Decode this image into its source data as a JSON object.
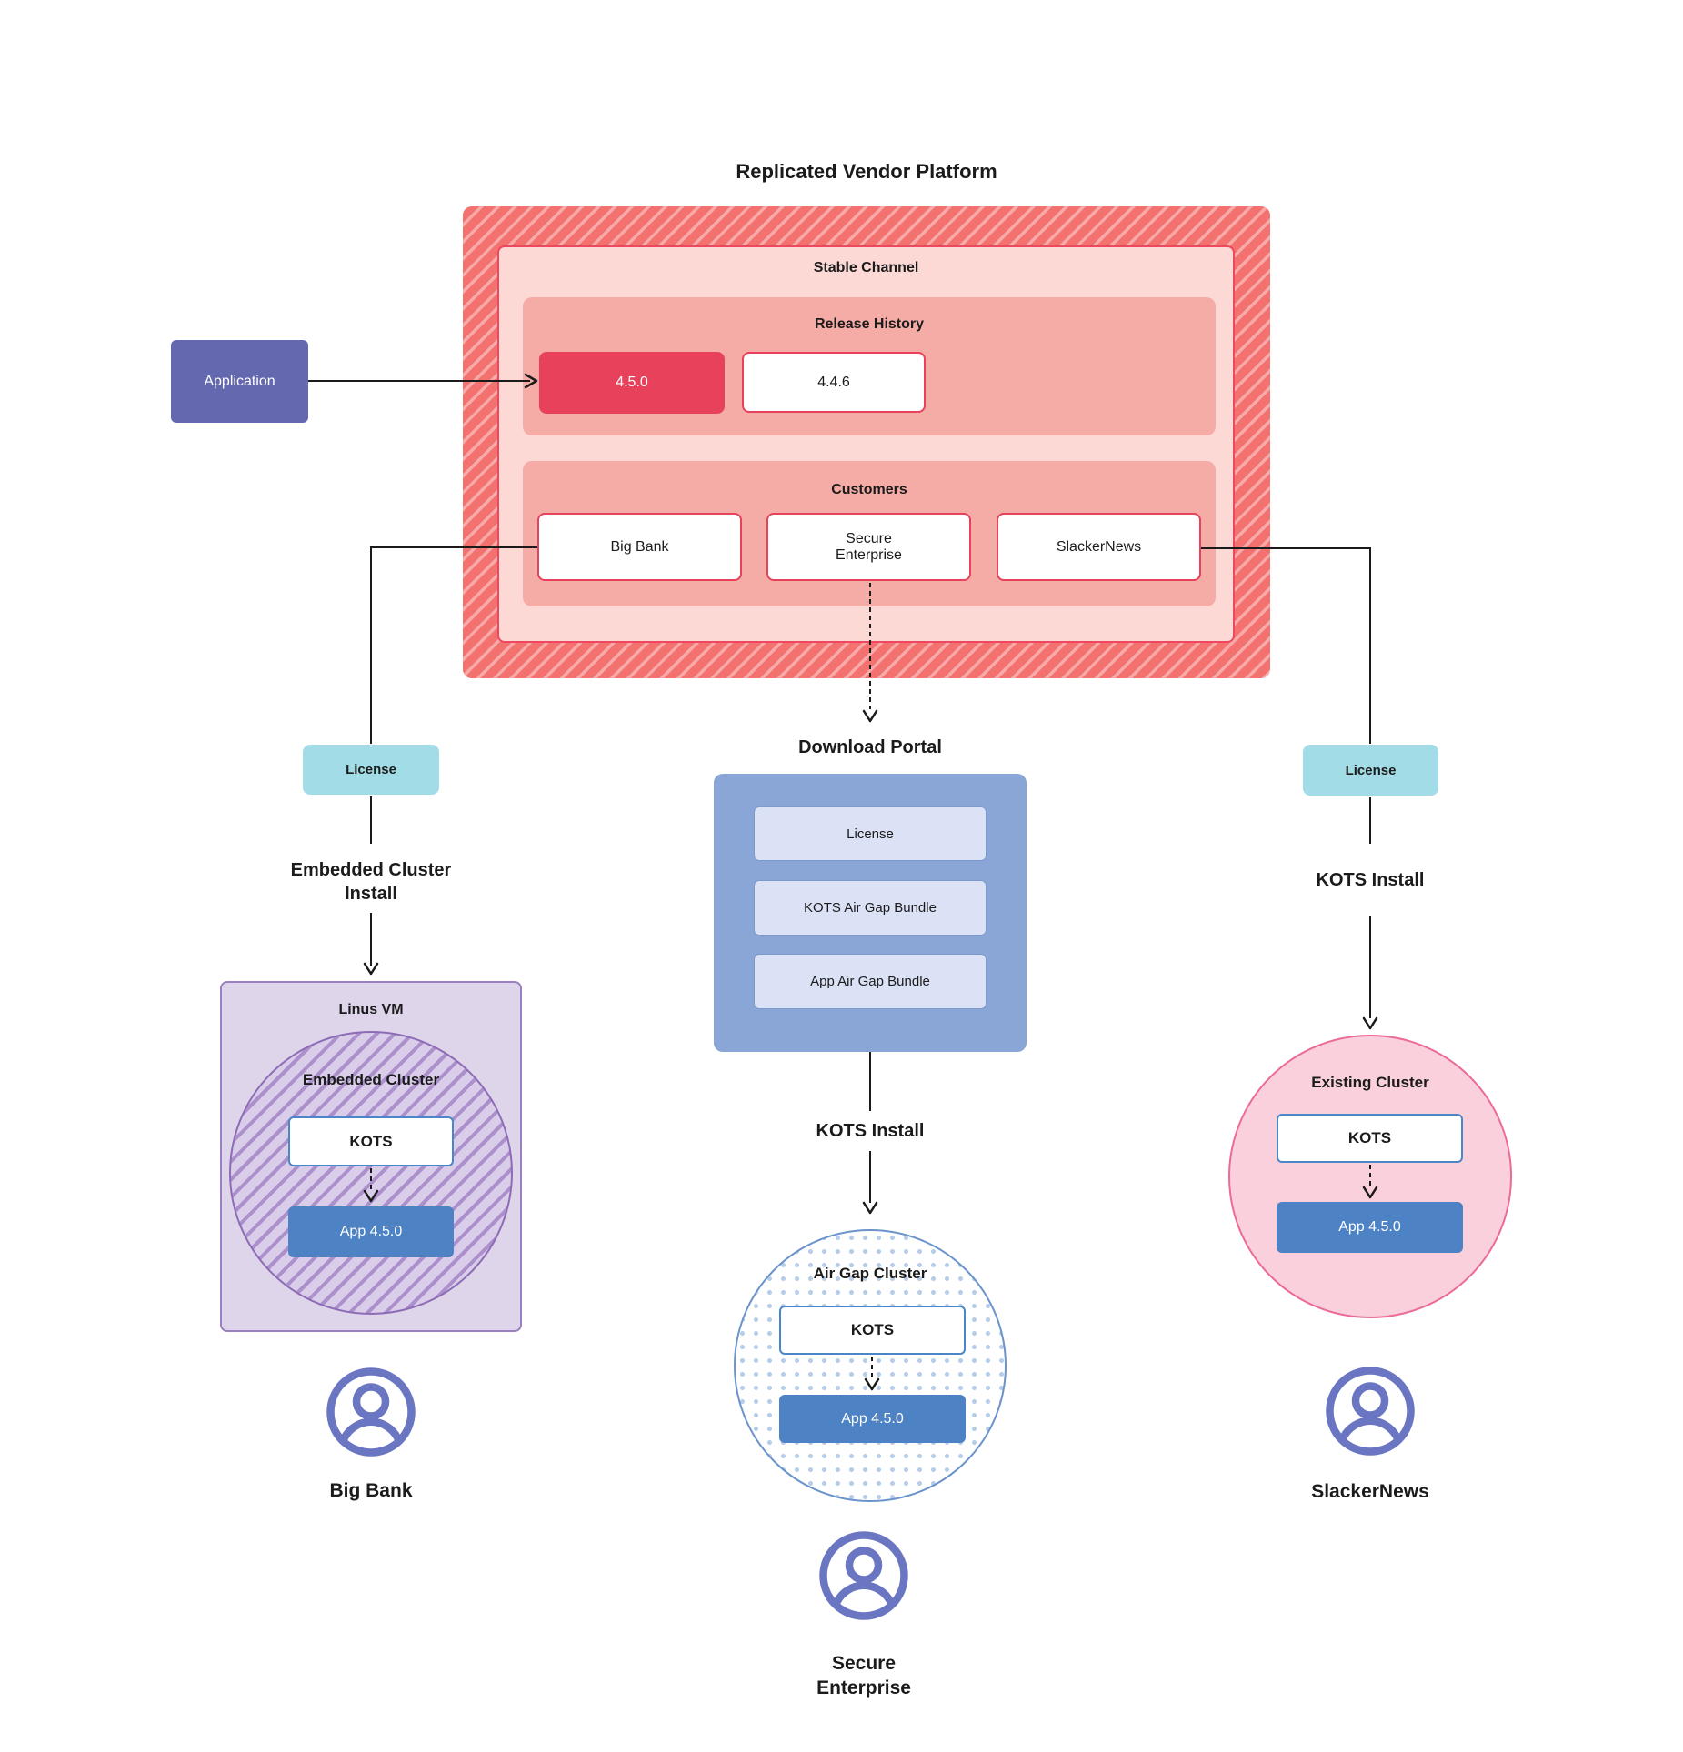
{
  "title": "Replicated Vendor Platform",
  "platform": {
    "stable_channel": {
      "label": "Stable Channel",
      "release_history": {
        "label": "Release History",
        "current_release": "4.5.0",
        "previous_release": "4.4.6"
      },
      "customers": {
        "label": "Customers",
        "items": [
          "Big Bank",
          "Secure\nEnterprise",
          "SlackerNews"
        ]
      }
    }
  },
  "application": {
    "label": "Application"
  },
  "download_portal": {
    "label": "Download Portal",
    "items": [
      "License",
      "KOTS Air Gap Bundle",
      "App Air Gap Bundle"
    ]
  },
  "flows": {
    "big_bank": {
      "license_label": "License",
      "install_label": "Embedded Cluster\nInstall",
      "vm_label": "Linus VM",
      "cluster_label": "Embedded Cluster",
      "kots_label": "KOTS",
      "app_label": "App 4.5.0",
      "user_label": "Big Bank"
    },
    "secure_enterprise": {
      "install_label": "KOTS Install",
      "cluster_label": "Air Gap Cluster",
      "kots_label": "KOTS",
      "app_label": "App 4.5.0",
      "user_label": "Secure\nEnterprise"
    },
    "slackernews": {
      "license_label": "License",
      "install_label": "KOTS Install",
      "cluster_label": "Existing Cluster",
      "kots_label": "KOTS",
      "app_label": "App 4.5.0",
      "user_label": "SlackerNews"
    }
  },
  "colors": {
    "platform_stripe_base": "#f3716f",
    "platform_stripe_light": "#f7a3a0",
    "channel_bg": "#fcd9d5",
    "channel_border": "#ee4760",
    "section_bg": "#f5aca6",
    "release_highlight_bg": "#e8415c",
    "application_bg": "#6468ae",
    "license_bg": "#a2dce6",
    "portal_bg": "#8aa6d6",
    "portal_item_bg": "#dbe2f6",
    "vm_bg": "#ded5eb",
    "vm_border": "#9b7fc0",
    "embedded_hatch": "#ab90cc",
    "kots_border": "#4a86c8",
    "app_bg": "#4d82c4",
    "airgap_dot": "#b6cde9",
    "airgap_border": "#6b93cc",
    "existing_bg": "#f9d0dc",
    "existing_border": "#ec6a97",
    "user_icon": "#6b76c3",
    "connector": "#1a1a1a"
  }
}
